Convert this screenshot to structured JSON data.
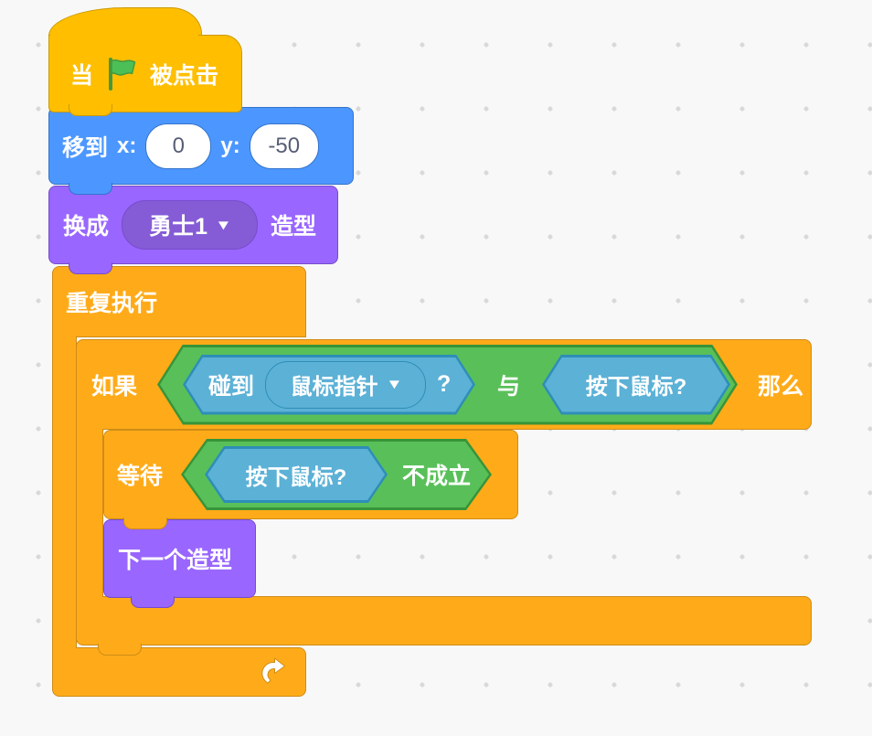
{
  "colors": {
    "background": "#F8F8F8",
    "grid_dot": "#D9D9D9",
    "events_fill": "#FFBF00",
    "events_border": "#CC9900",
    "motion_fill": "#4C97FF",
    "motion_border": "#3373CC",
    "looks_fill": "#9966FF",
    "looks_border": "#774DCB",
    "looks_field": "#855CD6",
    "control_fill": "#FFAB19",
    "control_border": "#CF8B17",
    "operators_fill": "#59C059",
    "operators_border": "#389438",
    "sensing_fill": "#5CB1D6",
    "sensing_border": "#2E8EB8",
    "input_text": "#575E75",
    "flag_green": "#4CBF56"
  },
  "blocks": {
    "dropdown_arrow": "▼",
    "when_flag_clicked": {
      "text_before_icon": "当",
      "text_after_icon": "被点击"
    },
    "go_to_xy": {
      "verb": "移到",
      "x_label": "x:",
      "x_value": "0",
      "y_label": "y:",
      "y_value": "-50"
    },
    "switch_costume": {
      "verb": "换成",
      "costume_name": "勇士1",
      "noun": "造型"
    },
    "forever": {
      "label": "重复执行"
    },
    "if_then": {
      "if_label": "如果",
      "then_label": "那么"
    },
    "and_operator": {
      "label": "与"
    },
    "touching": {
      "verb": "碰到",
      "target": "鼠标指针",
      "question_mark": "?"
    },
    "mouse_down_condition": {
      "label": "按下鼠标?"
    },
    "wait_until": {
      "label": "等待"
    },
    "not_operator": {
      "label": "不成立"
    },
    "mouse_down_condition2": {
      "label": "按下鼠标?"
    },
    "next_costume": {
      "label": "下一个造型"
    }
  }
}
